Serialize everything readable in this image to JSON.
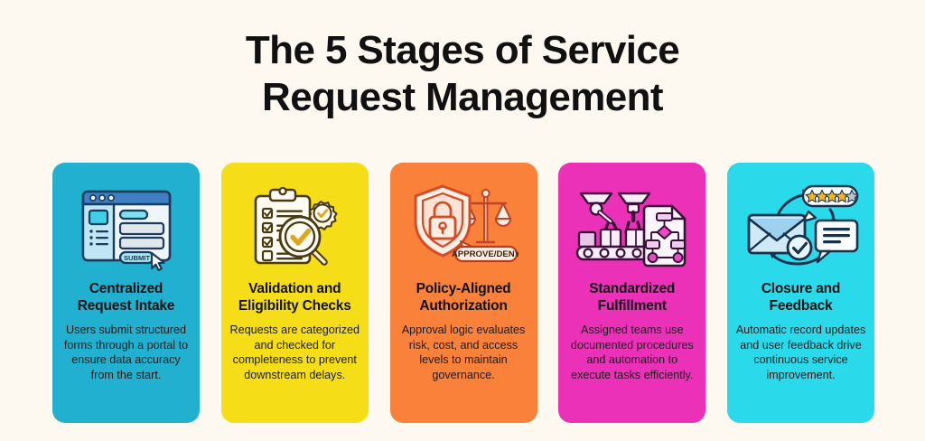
{
  "background_color": "#fdf9f1",
  "header": {
    "title_line_1": "The 5 Stages of Service",
    "title_line_2": "Request Management",
    "title_full": "The 5 Stages of Service Request Management",
    "title_color": "#111111"
  },
  "cards": [
    {
      "index": "1",
      "title_line_1": "Centralized",
      "title_line_2": "Request Intake",
      "title": "Centralized Request Intake",
      "description": "Users submit structured forms through a portal to ensure data accuracy from the start.",
      "color": "#21b0cf",
      "icon_name": "browser-form-submit-icon",
      "icon_labels": {
        "submit_button": "SUBMIT"
      }
    },
    {
      "index": "2",
      "title_line_1": "Validation and",
      "title_line_2": "Eligibility Checks",
      "title": "Validation and Eligibility Checks",
      "description": "Requests are categorized and checked for completeness to prevent downstream delays.",
      "color": "#f5dd18",
      "icon_name": "clipboard-checklist-magnifier-gear-icon",
      "icon_labels": {
        "checked_items": "3",
        "unchecked_items": "1"
      }
    },
    {
      "index": "3",
      "title_line_1": "Policy-Aligned",
      "title_line_2": "Authorization",
      "title": "Policy-Aligned Authorization",
      "description": "Approval logic evaluates risk, cost, and access levels to maintain governance.",
      "color": "#f9813a",
      "icon_name": "shield-lock-scales-icon",
      "icon_labels": {
        "badge": "APPROVE/DENY"
      }
    },
    {
      "index": "4",
      "title_line_1": "Standardized",
      "title_line_2": "Fulfillment",
      "title": "Standardized Fulfillment",
      "description": "Assigned teams use documented procedures and automation to execute tasks efficiently.",
      "color": "#ea31b8",
      "icon_name": "robot-conveyor-flowchart-icon",
      "icon_labels": {
        "boxes": "3"
      }
    },
    {
      "index": "5",
      "title_line_1": "Closure and",
      "title_line_2": "Feedback",
      "title": "Closure and Feedback",
      "description": "Automatic record updates and user feedback drive continuous service improvement.",
      "color": "#2ad9ea",
      "icon_name": "envelope-rating-feedback-loop-icon",
      "icon_labels": {
        "stars_filled": "4",
        "stars_total": "5"
      }
    }
  ]
}
